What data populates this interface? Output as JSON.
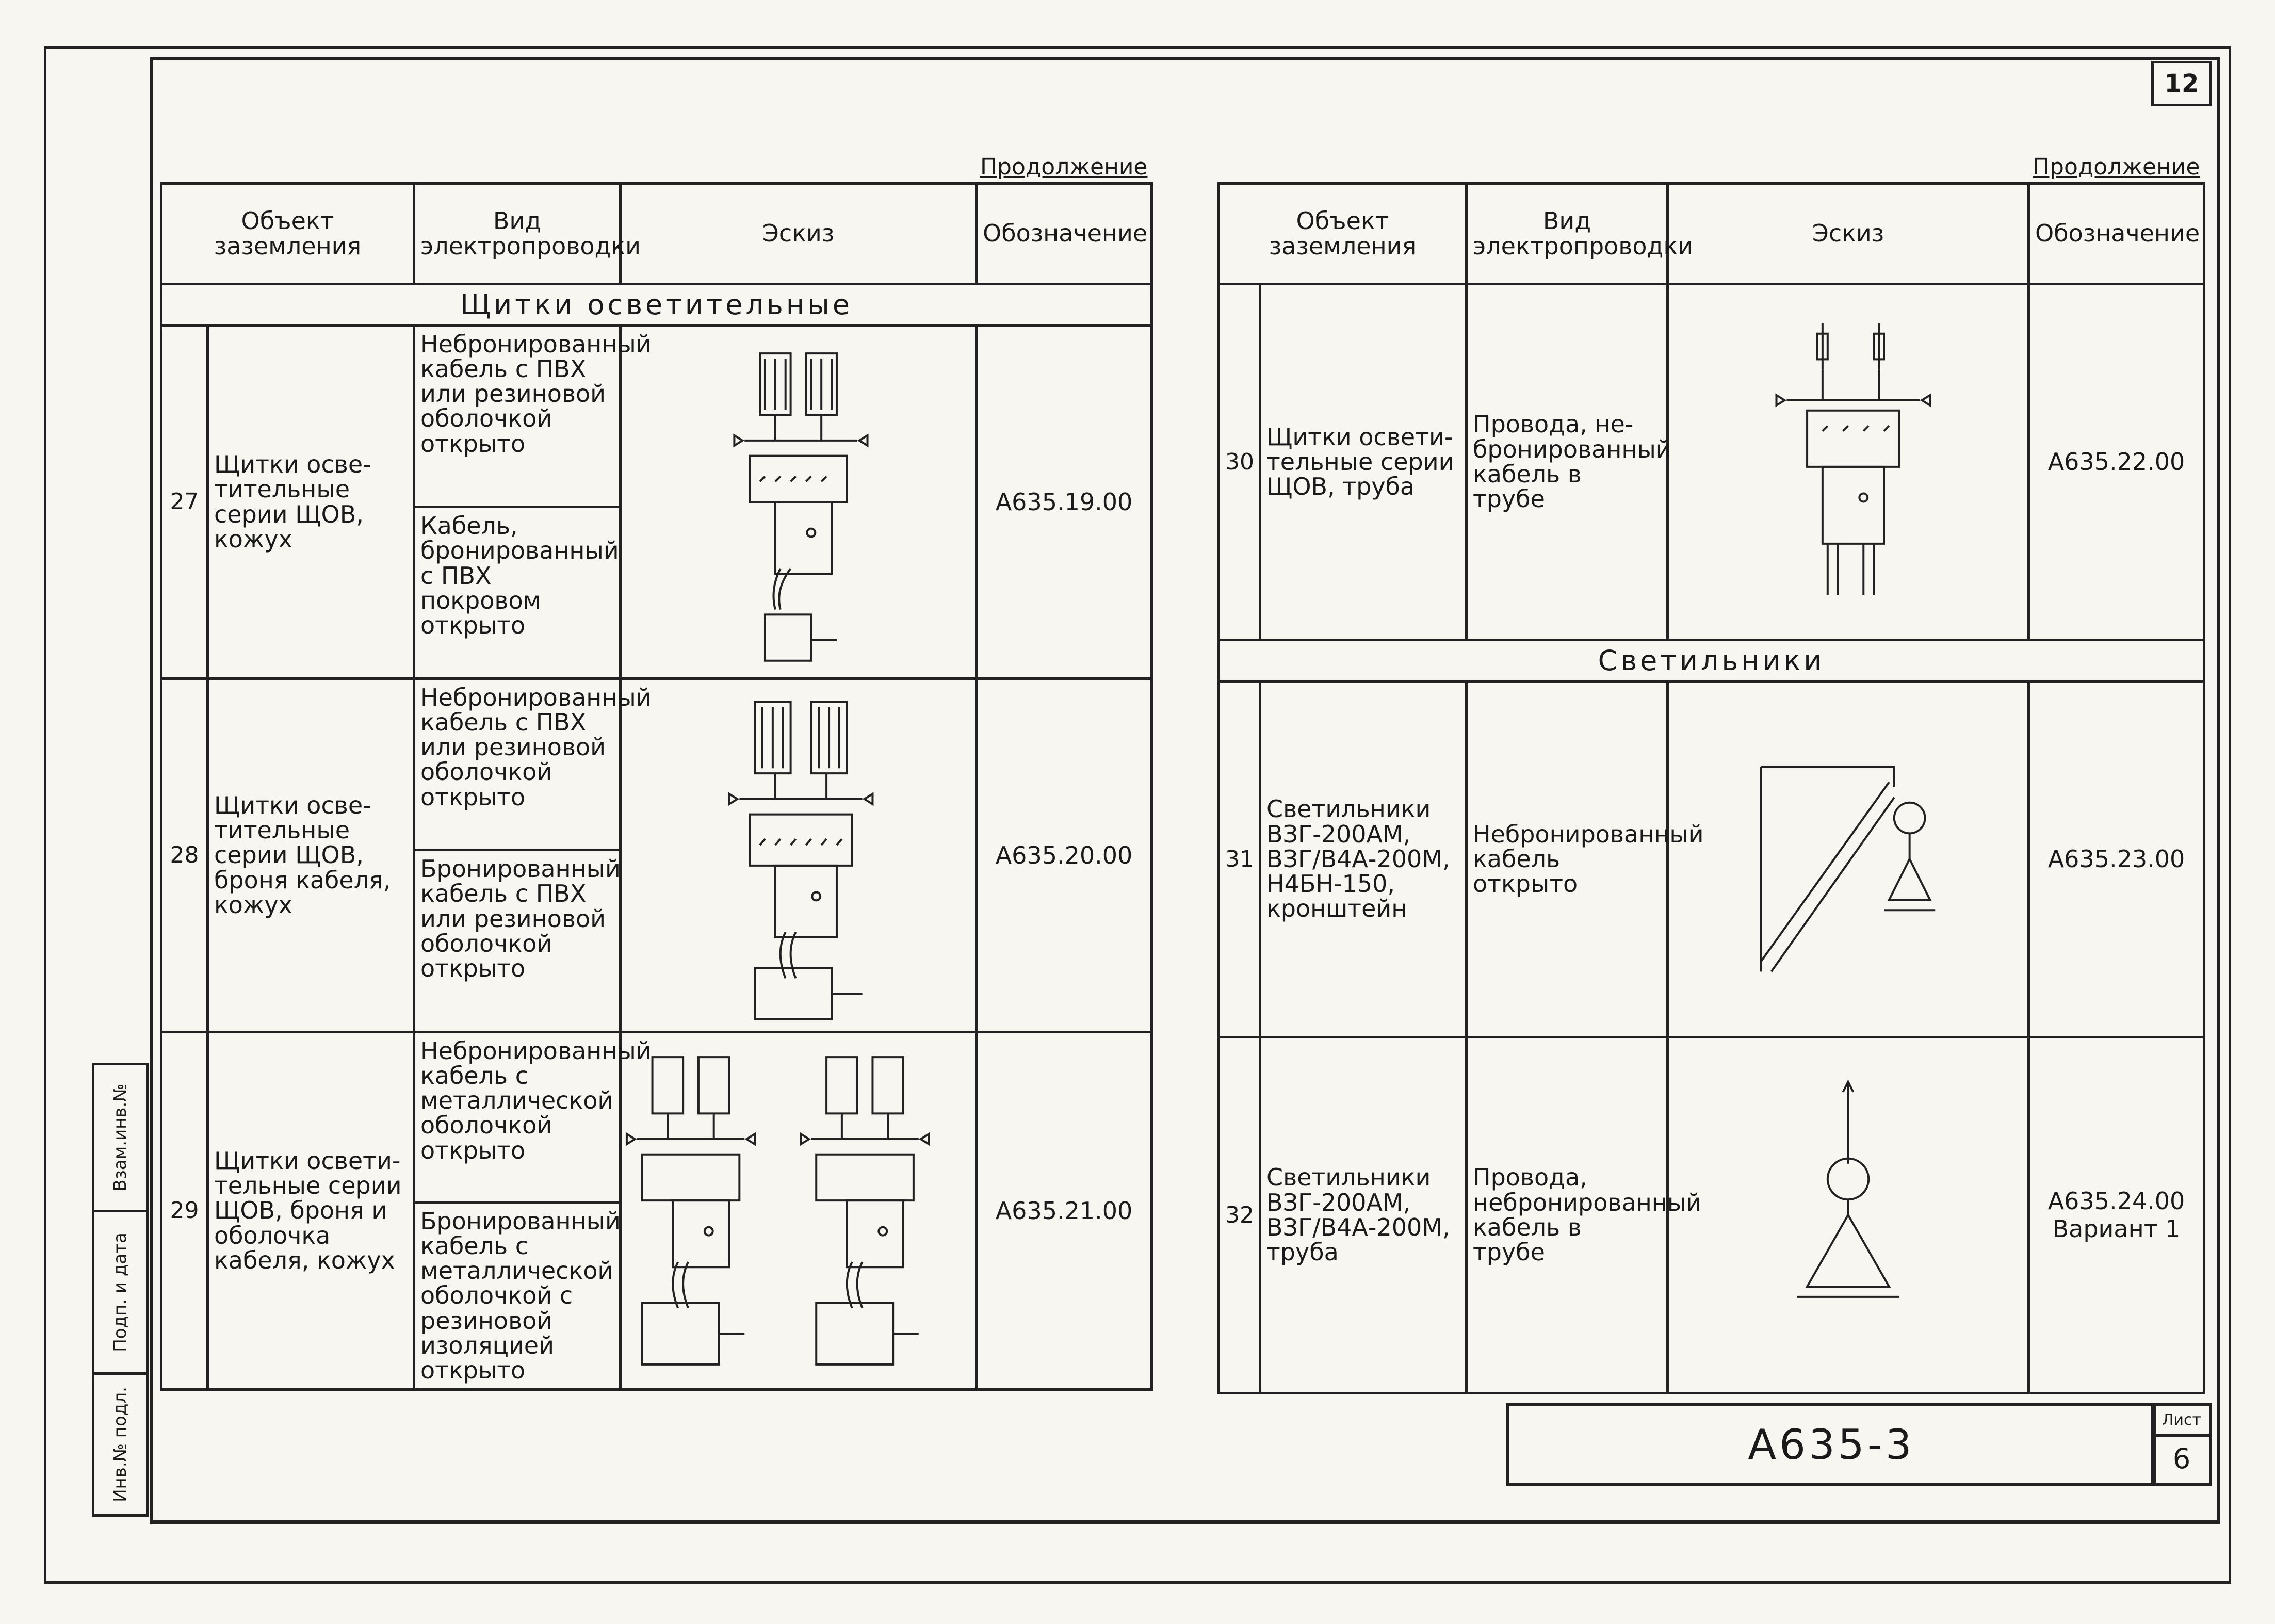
{
  "sheet_number": "12",
  "left": {
    "continuation": "Продолжение",
    "headers": {
      "object": "Объект заземления",
      "wiring": "Вид электропроводки",
      "sketch": "Эскиз",
      "designation": "Обозначение"
    },
    "section": "Щитки осветительные",
    "rows": [
      {
        "num": "27",
        "object": "Щитки осве-тительные серии ЩОВ, кожух",
        "wiring_a": "Небронированный кабель с ПВХ или резиновой оболочкой открыто",
        "wiring_b": "Кабель, бронированный с ПВХ покровом открыто",
        "code": "А635.19.00"
      },
      {
        "num": "28",
        "object": "Щитки осве-тительные серии ЩОВ, броня кабеля, кожух",
        "wiring_a": "Небронированный кабель с ПВХ или резиновой оболочкой открыто",
        "wiring_b": "Бронированный кабель с ПВХ или резиновой оболочкой открыто",
        "code": "А635.20.00"
      },
      {
        "num": "29",
        "object": "Щитки освети-тельные серии ЩОВ, броня и оболочка кабеля, кожух",
        "wiring_a": "Небронированный кабель с металлической оболочкой открыто",
        "wiring_b": "Бронированный кабель с металлической оболочкой с резиновой изоляцией открыто",
        "code": "А635.21.00"
      }
    ]
  },
  "right": {
    "continuation": "Продолжение",
    "headers": {
      "object": "Объект заземления",
      "wiring": "Вид электропроводки",
      "sketch": "Эскиз",
      "designation": "Обозначение"
    },
    "section": "Светильники",
    "rows": [
      {
        "num": "30",
        "object": "Щитки освети-тельные серии ЩОВ, труба",
        "wiring": "Провода, не-бронированный кабель в трубе",
        "code": "А635.22.00"
      },
      {
        "num": "31",
        "object": "Светильники ВЗГ-200АМ, ВЗГ/В4А-200М, Н4БН-150, кронштейн",
        "wiring": "Небронированный кабель открыто",
        "code": "А635.23.00"
      },
      {
        "num": "32",
        "object": "Светильники ВЗГ-200АМ, ВЗГ/В4А-200М, труба",
        "wiring": "Провода, небронированный кабель в трубе",
        "code": "А635.24.00",
        "code_note": "Вариант 1"
      }
    ]
  },
  "side_labels": [
    "Инв.№ подл.",
    "Подп. и дата",
    "Взам.инв.№"
  ],
  "stamp": {
    "doc_code": "А635-3",
    "sheet_label": "Лист",
    "sheet_value": "6"
  }
}
